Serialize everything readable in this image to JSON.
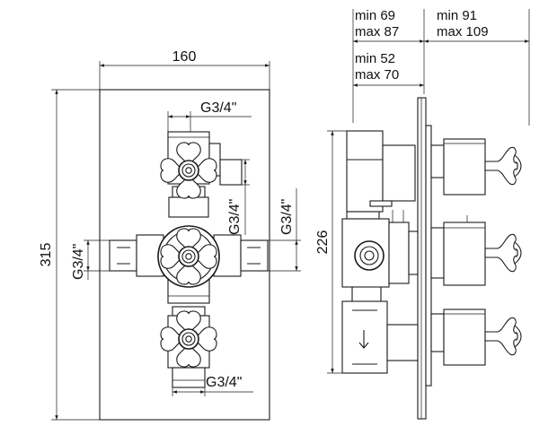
{
  "front_view": {
    "width_label": "160",
    "height_label": "315",
    "connection_top": "G3/4\"",
    "connection_right_upper": "G3/4\"",
    "connection_right": "G3/4\"",
    "connection_left": "G3/4\"",
    "connection_bottom": "G3/4\""
  },
  "side_view": {
    "depth_a_min": "min 69",
    "depth_a_max": "max 87",
    "depth_b_min": "min 91",
    "depth_b_max": "max 109",
    "depth_c_min": "min 52",
    "depth_c_max": "max 70",
    "height_label": "226"
  }
}
